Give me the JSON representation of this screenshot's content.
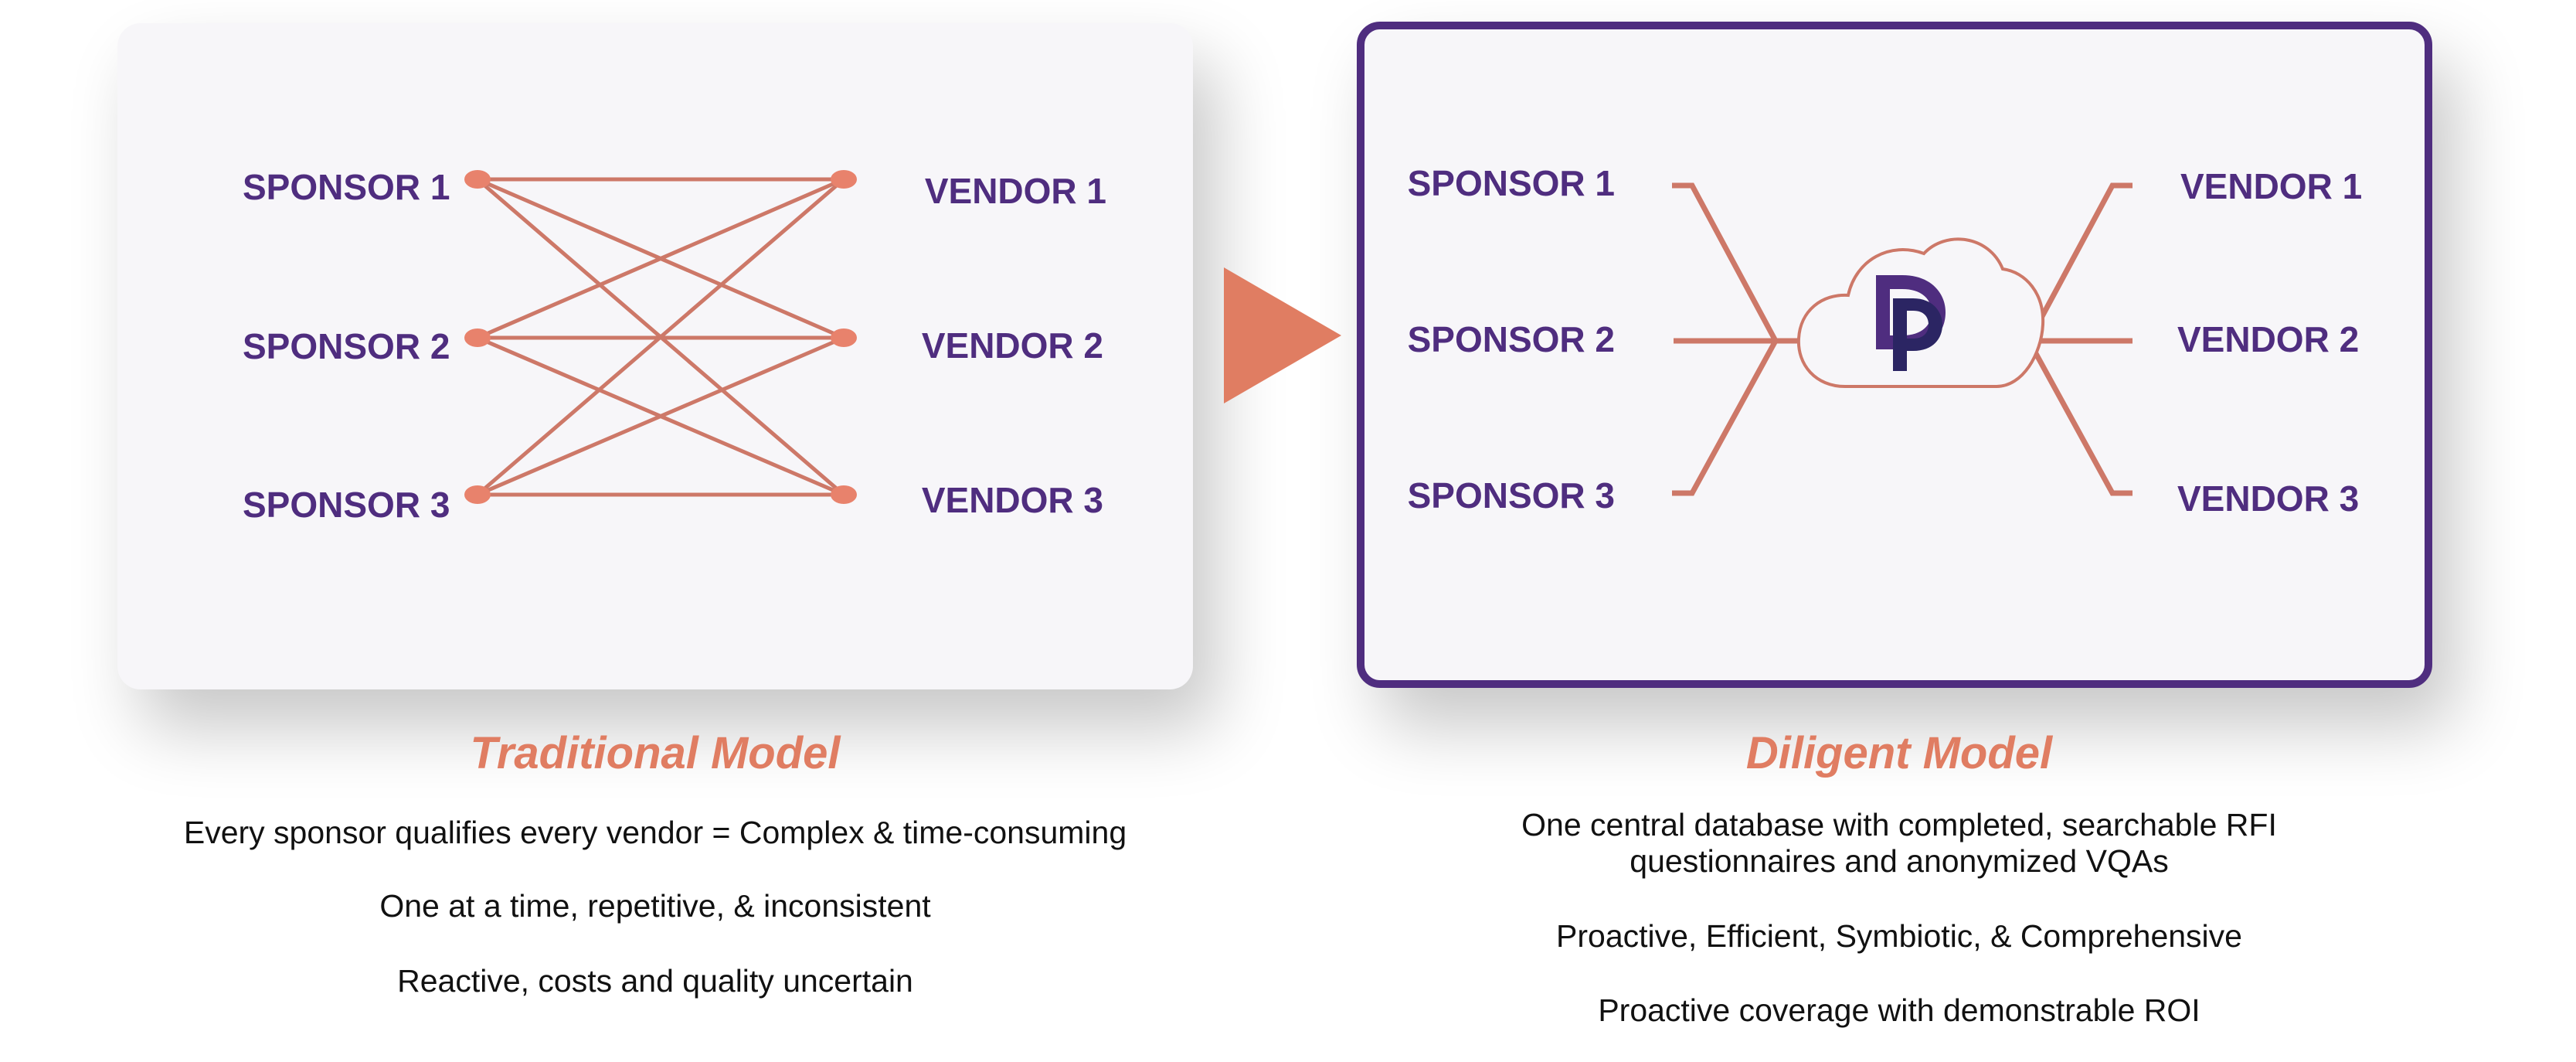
{
  "traditional": {
    "sponsors": [
      "SPONSOR 1",
      "SPONSOR 2",
      "SPONSOR 3"
    ],
    "vendors": [
      "VENDOR 1",
      "VENDOR 2",
      "VENDOR 3"
    ],
    "title": "Traditional Model",
    "descriptions": [
      "Every sponsor qualifies every vendor = Complex & time-consuming",
      "One at a time, repetitive, & inconsistent",
      "Reactive, costs and quality uncertain"
    ]
  },
  "diligent": {
    "sponsors": [
      "SPONSOR 1",
      "SPONSOR 2",
      "SPONSOR 3"
    ],
    "vendors": [
      "VENDOR 1",
      "VENDOR 2",
      "VENDOR 3"
    ],
    "title": "Diligent Model",
    "descriptions": [
      "One central database with completed, searchable RFI",
      "questionnaires and anonymized VQAs",
      "Proactive, Efficient, Symbiotic, & Comprehensive",
      "Proactive coverage with demonstrable ROI"
    ]
  },
  "colors": {
    "purple": "#4f2d7f",
    "coral": "#e07d62",
    "line": "#cd7868",
    "node": "#e8826c",
    "panel": "#f7f6f9"
  },
  "icons": {
    "arrow": "play-triangle-icon",
    "logo": "cloud-dp-logo-icon"
  }
}
